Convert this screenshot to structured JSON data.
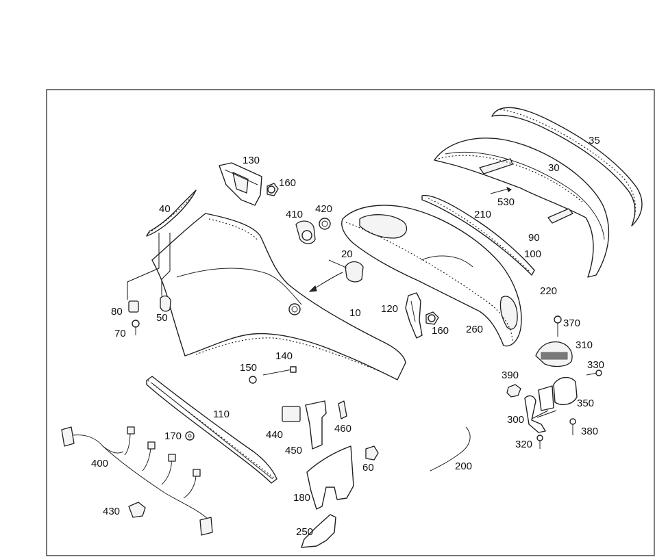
{
  "callouts": [
    {
      "id": "c35",
      "text": "35"
    },
    {
      "id": "c30",
      "text": "30"
    },
    {
      "id": "c130",
      "text": "130"
    },
    {
      "id": "c160a",
      "text": "160"
    },
    {
      "id": "c530",
      "text": "530"
    },
    {
      "id": "c210",
      "text": "210"
    },
    {
      "id": "c40",
      "text": "40"
    },
    {
      "id": "c410",
      "text": "410"
    },
    {
      "id": "c420",
      "text": "420"
    },
    {
      "id": "c90",
      "text": "90"
    },
    {
      "id": "c100",
      "text": "100"
    },
    {
      "id": "c20",
      "text": "20"
    },
    {
      "id": "c220",
      "text": "220"
    },
    {
      "id": "c80",
      "text": "80"
    },
    {
      "id": "c50",
      "text": "50"
    },
    {
      "id": "c10",
      "text": "10"
    },
    {
      "id": "c120",
      "text": "120"
    },
    {
      "id": "c70",
      "text": "70"
    },
    {
      "id": "c160b",
      "text": "160"
    },
    {
      "id": "c260",
      "text": "260"
    },
    {
      "id": "c370",
      "text": "370"
    },
    {
      "id": "c310",
      "text": "310"
    },
    {
      "id": "c140",
      "text": "140"
    },
    {
      "id": "c150",
      "text": "150"
    },
    {
      "id": "c330",
      "text": "330"
    },
    {
      "id": "c390",
      "text": "390"
    },
    {
      "id": "c350",
      "text": "350"
    },
    {
      "id": "c110",
      "text": "110"
    },
    {
      "id": "c300",
      "text": "300"
    },
    {
      "id": "c460",
      "text": "460"
    },
    {
      "id": "c440",
      "text": "440"
    },
    {
      "id": "c380",
      "text": "380"
    },
    {
      "id": "c170",
      "text": "170"
    },
    {
      "id": "c320",
      "text": "320"
    },
    {
      "id": "c450",
      "text": "450"
    },
    {
      "id": "c400",
      "text": "400"
    },
    {
      "id": "c60",
      "text": "60"
    },
    {
      "id": "c200",
      "text": "200"
    },
    {
      "id": "c180",
      "text": "180"
    },
    {
      "id": "c430",
      "text": "430"
    },
    {
      "id": "c250",
      "text": "250"
    }
  ]
}
